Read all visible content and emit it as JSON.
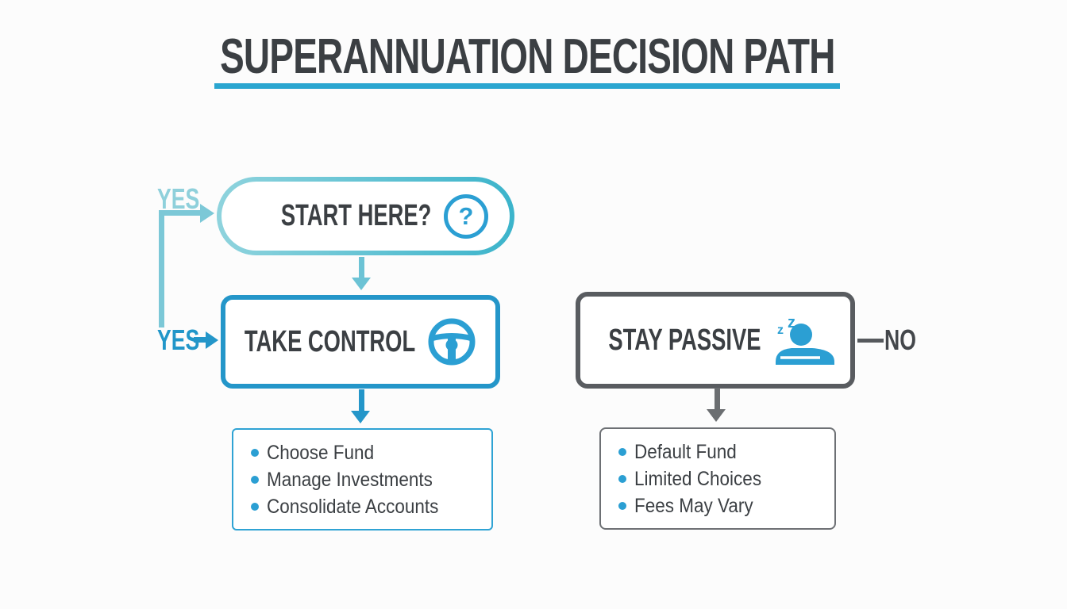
{
  "title": "SUPERANNUATION DECISION PATH",
  "branch_labels": {
    "yes_top": "YES",
    "yes_bottom": "YES",
    "no": "NO"
  },
  "nodes": {
    "start": {
      "label": "START HERE?",
      "icon": "question-mark-icon",
      "icon_glyph": "?"
    },
    "take_control": {
      "label": "TAKE CONTROL",
      "icon": "steering-wheel-icon",
      "details": [
        "Choose Fund",
        "Manage Investments",
        "Consolidate Accounts"
      ]
    },
    "stay_passive": {
      "label": "STAY PASSIVE",
      "icon": "sleeping-person-icon",
      "sleep_z": "z",
      "details": [
        "Default Fund",
        "Limited Choices",
        "Fees May Vary"
      ]
    }
  },
  "colors": {
    "teal_line": "#7cc8d7",
    "teal_text": "#8fd0db",
    "blue": "#2496c9",
    "dark_text": "#3b3f43",
    "gray_border": "#595c60",
    "gray_arrow": "#6b6e71",
    "underline": "#2ba6d0"
  }
}
